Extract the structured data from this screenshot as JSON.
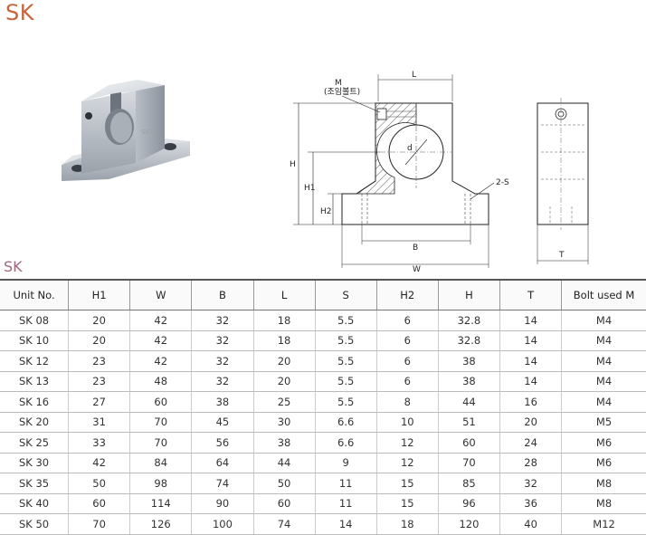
{
  "title": "SK",
  "subtitle": "SK",
  "diagram": {
    "label_M": "M",
    "label_M_sub": "(조임볼트)",
    "label_L": "L",
    "label_d": "d",
    "label_H": "H",
    "label_H1": "H1",
    "label_H2": "H2",
    "label_2S": "2-S",
    "label_B": "B",
    "label_W": "W",
    "label_T": "T"
  },
  "table": {
    "headers": [
      "Unit No.",
      "H1",
      "W",
      "B",
      "L",
      "S",
      "H2",
      "H",
      "T",
      "Bolt used M"
    ],
    "rows": [
      [
        "SK 08",
        "20",
        "42",
        "32",
        "18",
        "5.5",
        "6",
        "32.8",
        "14",
        "M4"
      ],
      [
        "SK 10",
        "20",
        "42",
        "32",
        "18",
        "5.5",
        "6",
        "32.8",
        "14",
        "M4"
      ],
      [
        "SK 12",
        "23",
        "42",
        "32",
        "20",
        "5.5",
        "6",
        "38",
        "14",
        "M4"
      ],
      [
        "SK 13",
        "23",
        "48",
        "32",
        "20",
        "5.5",
        "6",
        "38",
        "14",
        "M4"
      ],
      [
        "SK 16",
        "27",
        "60",
        "38",
        "25",
        "5.5",
        "8",
        "44",
        "16",
        "M4"
      ],
      [
        "SK 20",
        "31",
        "70",
        "45",
        "30",
        "6.6",
        "10",
        "51",
        "20",
        "M5"
      ],
      [
        "SK 25",
        "33",
        "70",
        "56",
        "38",
        "6.6",
        "12",
        "60",
        "24",
        "M6"
      ],
      [
        "SK 30",
        "42",
        "84",
        "64",
        "44",
        "9",
        "12",
        "70",
        "28",
        "M6"
      ],
      [
        "SK 35",
        "50",
        "98",
        "74",
        "50",
        "11",
        "15",
        "85",
        "32",
        "M8"
      ],
      [
        "SK 40",
        "60",
        "114",
        "90",
        "60",
        "11",
        "15",
        "96",
        "36",
        "M8"
      ],
      [
        "SK 50",
        "70",
        "126",
        "100",
        "74",
        "14",
        "18",
        "120",
        "40",
        "M12"
      ]
    ]
  }
}
